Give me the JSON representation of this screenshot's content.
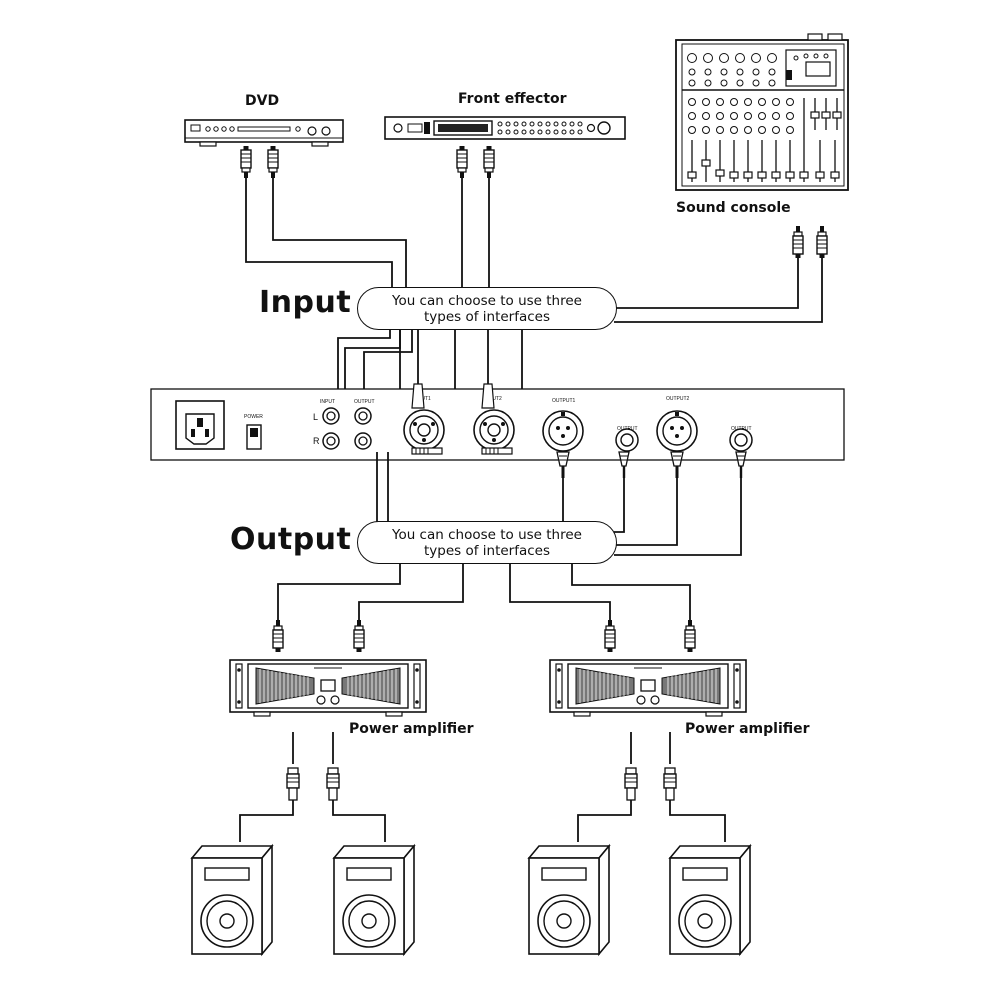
{
  "labels": {
    "dvd": "DVD",
    "front_effector": "Front effector",
    "sound_console": "Sound console",
    "input_heading": "Input",
    "output_heading": "Output",
    "power_amplifier_left": "Power amplifier",
    "power_amplifier_right": "Power amplifier"
  },
  "input_pill": {
    "line1": "You can choose to use three",
    "line2": "types of interfaces"
  },
  "output_pill": {
    "line1": "You can choose to use three",
    "line2": "types of interfaces"
  },
  "panel": {
    "power": "POWER",
    "input": "INPUT",
    "output": "OUTPUT",
    "l": "L",
    "r": "R",
    "input1": "INPUT1",
    "input2": "INPUT2",
    "output1": "OUTPUT1",
    "output_a": "OUTPUT",
    "output2": "OUTPUT2",
    "output_b": "OUTPUT"
  },
  "colors": {
    "line": "#111111",
    "background": "#ffffff",
    "fill_gray": "#cccccc"
  }
}
